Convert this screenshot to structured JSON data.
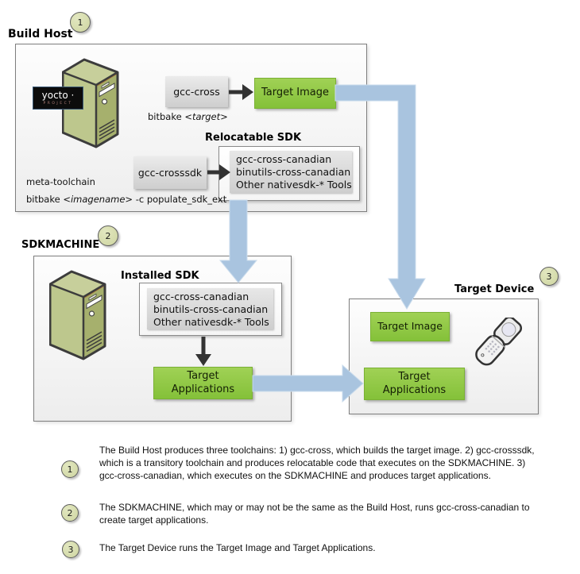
{
  "diagram": {
    "build_host": {
      "badge": "1",
      "label": "Build Host",
      "yocto_logo": {
        "name": "yocto ·",
        "subtitle": "PROJECT"
      },
      "gcc_cross": "gcc-cross",
      "target_image": "Target Image",
      "bitbake_target": {
        "prefix": "bitbake <",
        "var": "target",
        "suffix": ">"
      },
      "relocatable_sdk": {
        "title": "Relocatable SDK",
        "gcc_crosssdk": "gcc-crosssdk",
        "tools": [
          "gcc-cross-canadian",
          "binutils-cross-canadian",
          "Other nativesdk-* Tools"
        ]
      },
      "meta_toolchain": "meta-toolchain",
      "bitbake_sdk": {
        "prefix": "bitbake <",
        "var": "imagename",
        "suffix": "> -c populate_sdk_ext"
      }
    },
    "sdkmachine": {
      "badge": "2",
      "label": "SDKMACHINE",
      "installed_sdk": {
        "title": "Installed SDK",
        "tools": [
          "gcc-cross-canadian",
          "binutils-cross-canadian",
          "Other nativesdk-* Tools"
        ]
      },
      "target_applications_line1": "Target",
      "target_applications_line2": "Applications"
    },
    "target_device": {
      "badge": "3",
      "label": "Target Device",
      "target_image": "Target Image",
      "target_applications_line1": "Target",
      "target_applications_line2": "Applications"
    }
  },
  "notes": [
    {
      "badge": "1",
      "text": "The Build Host produces three toolchains: 1)  gcc-cross, which builds the target image.  2) gcc-crosssdk, which is a transitory toolchain and produces relocatable code that executes on the SDKMACHINE. 3) gcc-cross-canadian, which executes on the SDKMACHINE and produces target applications."
    },
    {
      "badge": "2",
      "text": "The SDKMACHINE, which may or may not be the same as the Build Host, runs gcc-cross-canadian to create target applications."
    },
    {
      "badge": "3",
      "text": "The Target Device runs the Target Image and Target Applications."
    }
  ],
  "colors": {
    "green_box": "#8cc63f",
    "blue_arrow": "#a9c4df",
    "badge_fill": "#d6dcae",
    "gray_box": "#d9d9d9",
    "black_arrow": "#333333"
  }
}
